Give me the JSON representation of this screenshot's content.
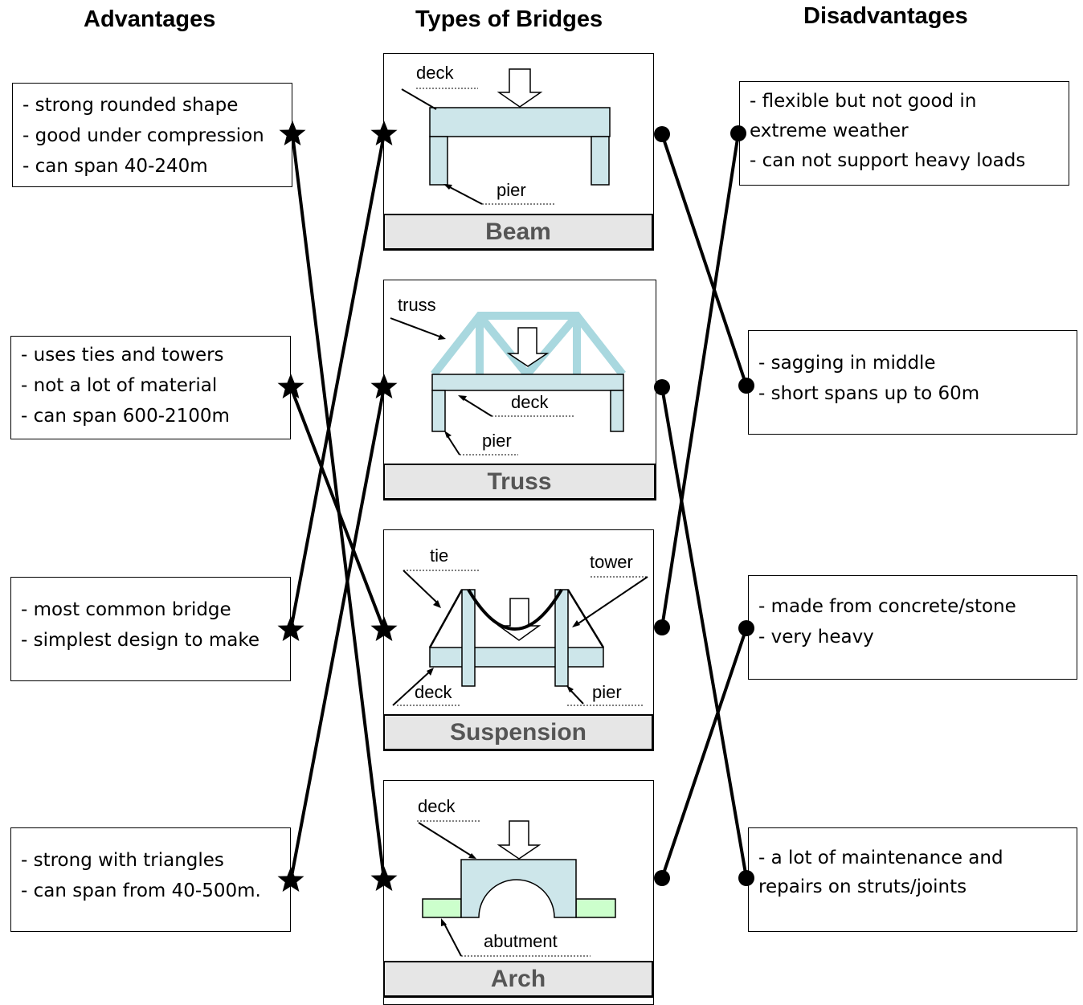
{
  "headers": {
    "advantages": "Advantages",
    "types": "Types of Bridges",
    "disadvantages": "Disadvantages"
  },
  "advantages": [
    {
      "lines": [
        "- strong rounded shape",
        "- good under compression",
        "- can span 40-240m"
      ]
    },
    {
      "lines": [
        "- uses ties and towers",
        "- not a lot of  material",
        "- can span 600-2100m"
      ]
    },
    {
      "lines": [
        "- most common bridge",
        "- simplest design to make"
      ]
    },
    {
      "lines": [
        "- strong with triangles",
        "- can span from 40-500m."
      ]
    }
  ],
  "bridges": [
    {
      "name": "Beam",
      "labels": {
        "deck": "deck",
        "pier": "pier"
      }
    },
    {
      "name": "Truss",
      "labels": {
        "truss": "truss",
        "deck": "deck",
        "pier": "pier"
      }
    },
    {
      "name": "Suspension",
      "labels": {
        "tie": "tie",
        "tower": "tower",
        "deck": "deck",
        "pier": "pier"
      }
    },
    {
      "name": "Arch",
      "labels": {
        "deck": "deck",
        "abutment": "abutment"
      }
    }
  ],
  "disadvantages": [
    {
      "lines": [
        "- flexible but not good in",
        " extreme  weather",
        "- can not support heavy loads"
      ]
    },
    {
      "lines": [
        "- sagging in middle",
        "- short spans up to 60m"
      ]
    },
    {
      "lines": [
        "- made from concrete/stone",
        "- very heavy"
      ]
    },
    {
      "lines": [
        "- a lot of maintenance  and",
        "repairs on struts/joints"
      ]
    }
  ],
  "colors": {
    "structure": "#cde6ea",
    "truss": "#a9d8df",
    "abutment": "#ccffcc",
    "caption_bg": "#e6e6e6",
    "caption_text": "#555555"
  },
  "icons": {
    "advantage_marker": "star-icon",
    "disadvantage_marker": "dot-icon"
  }
}
